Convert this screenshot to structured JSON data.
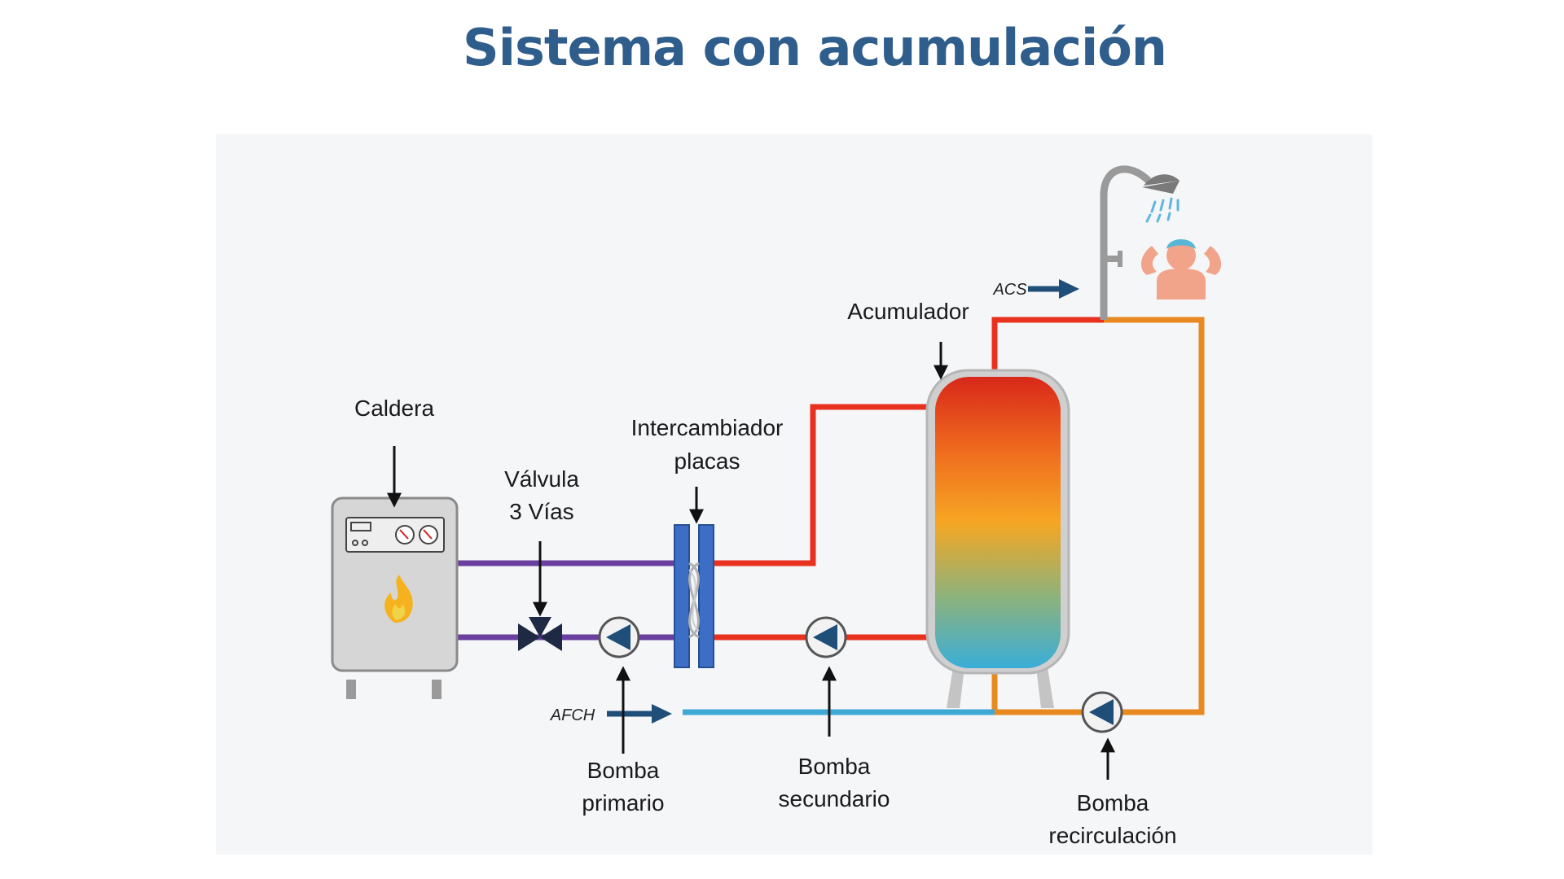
{
  "title": "Sistema con acumulación",
  "labels": {
    "caldera": "Caldera",
    "valvula_l1": "Válvula",
    "valvula_l2": "3 Vías",
    "intercambiador_l1": "Intercambiador",
    "intercambiador_l2": "placas",
    "acumulador": "Acumulador",
    "bomba_primario_l1": "Bomba",
    "bomba_primario_l2": "primario",
    "bomba_secundario_l1": "Bomba",
    "bomba_secundario_l2": "secundario",
    "bomba_recirculacion_l1": "Bomba",
    "bomba_recirculacion_l2": "recirculación",
    "acs": "ACS",
    "afch": "AFCH"
  },
  "colors": {
    "title": "#2f5d8c",
    "primary_circuit": "#6a3fa0",
    "hot_water": "#e8311f",
    "recirculation": "#e88a1f",
    "cold_water": "#3fa9d6",
    "arrow_blue": "#1f4e79",
    "exchanger": "#3b6ec4"
  }
}
